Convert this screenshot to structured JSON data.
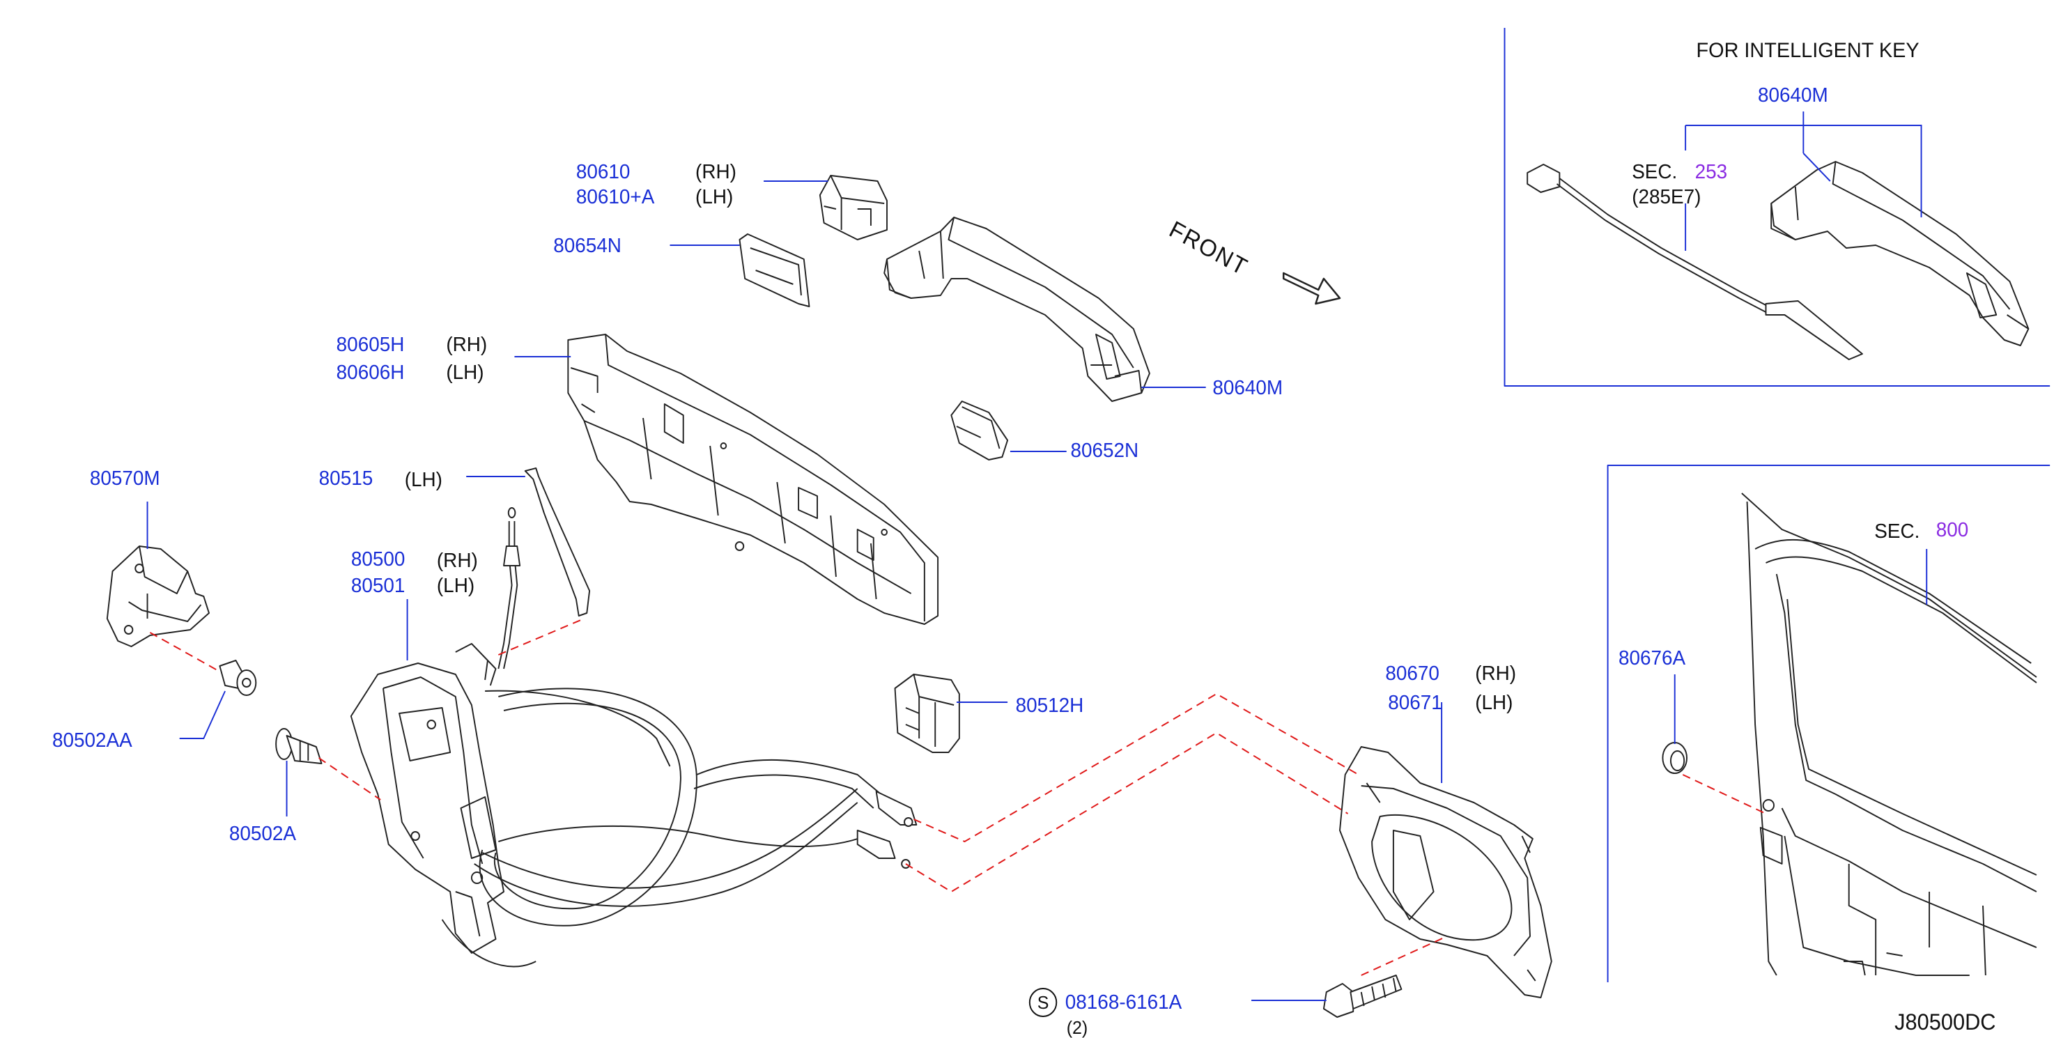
{
  "labels": {
    "p80610": "80610",
    "p80610a": "80610+A",
    "rh1": "(RH)",
    "lh1": "(LH)",
    "p80654n": "80654N",
    "p80605h": "80605H",
    "p80606h": "80606H",
    "rh2": "(RH)",
    "lh2": "(LH)",
    "p80515": "80515",
    "lh3": "(LH)",
    "p80570m": "80570M",
    "p80500": "80500",
    "p80501": "80501",
    "rh3": "(RH)",
    "lh4": "(LH)",
    "p80502aa": "80502AA",
    "p80502a": "80502A",
    "p80640m_main": "80640M",
    "p80652n": "80652N",
    "p80512h": "80512H",
    "p80670": "80670",
    "p80671": "80671",
    "rh4": "(RH)",
    "lh5": "(LH)",
    "p08168": "08168-6161A",
    "qty": "(2)",
    "s_mark": "S",
    "front": "FRONT",
    "intelligent_key_title": "FOR  INTELLIGENT  KEY",
    "p80640m_box": "80640M",
    "sec_word1": "SEC.",
    "sec253": "253",
    "sec_sub": "(285E7)",
    "sec_word2": "SEC.",
    "sec800": "800",
    "p80676a": "80676A",
    "diagram_code": "J80500DC"
  },
  "colors": {
    "part_number": "#1a2fd6",
    "section_ref": "#8a2be2",
    "leader_line": "#1a2fd6",
    "hidden_line": "#e01818",
    "drawing": "#222222"
  }
}
